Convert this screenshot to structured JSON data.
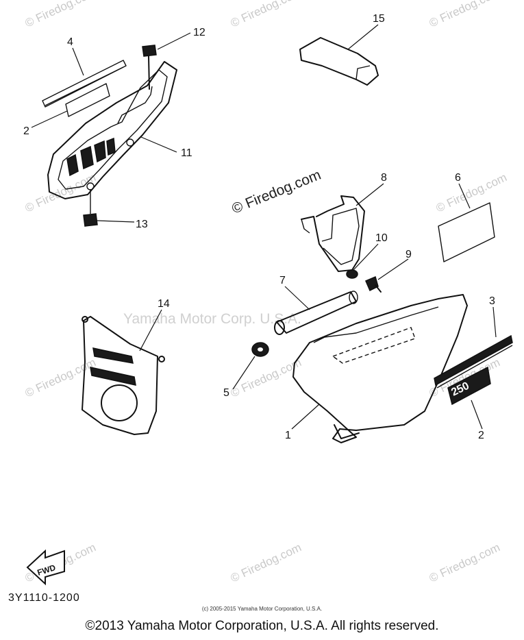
{
  "watermark_text": "© Firedog.com",
  "center_watermark": "Yamaha Motor Corp. U.S.A.",
  "callouts": {
    "c1": "1",
    "c2a": "2",
    "c2b": "2",
    "c3": "3",
    "c4": "4",
    "c5": "5",
    "c6": "6",
    "c7": "7",
    "c8": "8",
    "c9": "9",
    "c10": "10",
    "c11": "11",
    "c12": "12",
    "c13": "13",
    "c14": "14",
    "c15": "15"
  },
  "fwd_label": "FWD",
  "emblem_label": "250",
  "diagram_code": "3Y1110-1200",
  "small_copyright": "(c) 2005-2015 Yamaha Motor Corporation, U.S.A.",
  "footer_copyright": "©2013 Yamaha Motor Corporation, U.S.A. All rights reserved."
}
